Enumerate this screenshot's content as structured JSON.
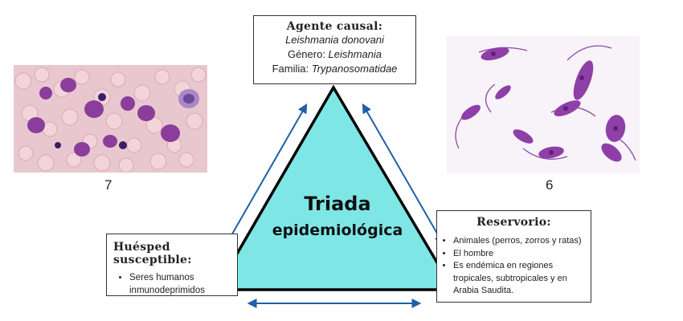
{
  "photos": {
    "left_number": "7",
    "right_number": "6"
  },
  "agent": {
    "title": "Agente causal:",
    "species": "Leishmania donovani",
    "genus_label": "Género: ",
    "genus": "Leishmania",
    "family_label": "Familia: ",
    "family": "Trypanosomatidae"
  },
  "center": {
    "line1": "Triada",
    "line2": "epidemiológica"
  },
  "host": {
    "title": "Huésped susceptible:",
    "items": [
      "Seres humanos inmunodeprimidos"
    ]
  },
  "reservoir": {
    "title": "Reservorio:",
    "items": [
      "Animales (perros, zorros y ratas)",
      "El hombre",
      "Es endémica en regiones tropicales, subtropicales y en Arabia Saudita."
    ]
  },
  "colors": {
    "triangle_fill": "#7fe6e6",
    "arrow": "#1f5fa8"
  }
}
